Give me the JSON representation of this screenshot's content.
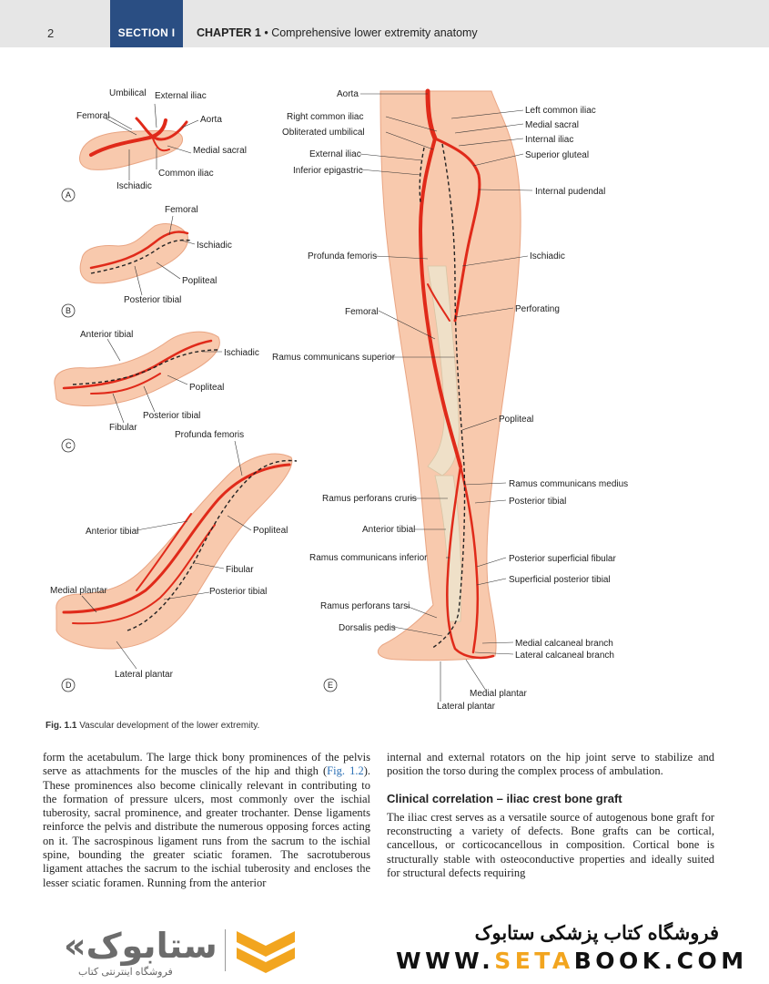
{
  "header": {
    "page_number": "2",
    "section": "SECTION I",
    "chapter": "CHAPTER 1",
    "bullet": "•",
    "chapter_title": "Comprehensive lower extremity anatomy"
  },
  "figure": {
    "panelA": {
      "badge": "A",
      "labels": [
        "Umbilical",
        "External iliac",
        "Femoral",
        "Aorta",
        "Medial sacral",
        "Common iliac",
        "Ischiadic"
      ]
    },
    "panelB": {
      "badge": "B",
      "labels": [
        "Femoral",
        "Ischiadic",
        "Popliteal",
        "Posterior tibial"
      ]
    },
    "panelC": {
      "badge": "C",
      "labels": [
        "Anterior tibial",
        "Ischiadic",
        "Popliteal",
        "Posterior tibial",
        "Fibular"
      ]
    },
    "panelD": {
      "badge": "D",
      "labels": [
        "Profunda femoris",
        "Anterior tibial",
        "Popliteal",
        "Fibular",
        "Medial plantar",
        "Posterior tibial",
        "Lateral plantar"
      ]
    },
    "panelE": {
      "badge": "E",
      "left_labels": [
        "Aorta",
        "Right common iliac",
        "Obliterated umbilical",
        "External iliac",
        "Inferior epigastric",
        "Profunda femoris",
        "Femoral",
        "Ramus communicans superior",
        "Ramus perforans cruris",
        "Anterior tibial",
        "Ramus communicans inferior",
        "Ramus perforans tarsi",
        "Dorsalis pedis"
      ],
      "right_labels": [
        "Left common iliac",
        "Medial sacral",
        "Internal iliac",
        "Superior gluteal",
        "Internal pudendal",
        "Ischiadic",
        "Perforating",
        "Popliteal",
        "Ramus communicans medius",
        "Posterior tibial",
        "Posterior superficial fibular",
        "Superficial posterior tibial",
        "Medial calcaneal branch",
        "Lateral calcaneal branch"
      ],
      "bottom_labels": [
        "Medial plantar",
        "Lateral plantar"
      ]
    },
    "caption_label": "Fig. 1.1",
    "caption_text": "Vascular development of the lower extremity."
  },
  "body": {
    "left_col_before": "form the acetabulum. The large thick bony prominences of the pelvis serve as attachments for the muscles of the hip and thigh (",
    "left_col_link": "Fig. 1.2",
    "left_col_after": "). These prominences also become clinically relevant in contributing to the formation of pressure ulcers, most commonly over the ischial tuberosity, sacral prominence, and greater trochanter. Dense ligaments reinforce the pelvis and distribute the numerous opposing forces acting on it. The sacrospinous ligament runs from the sacrum to the ischial spine, bounding the greater sciatic foramen. The sacrotuberous ligament attaches the sacrum to the ischial tuberosity and encloses the lesser sciatic foramen. Running from the anterior",
    "right_col_para1": "internal and external rotators on the hip joint serve to stabilize and position the torso during the complex process of ambulation.",
    "clinical_heading": "Clinical correlation – iliac crest bone graft",
    "right_col_para2": "The iliac crest serves as a versatile source of autogenous bone graft for reconstructing a variety of defects. Bone grafts can be cortical, cancellous, or corticocancellous in composition. Cortical bone is structurally stable with osteoconductive properties and ideally suited for structural defects requiring"
  },
  "footer": {
    "store_name_fa": "فروشگاه کتاب پزشکی ستابوک",
    "url_prefix": "WWW.",
    "url_highlight": "SETA",
    "url_suffix": "BOOK.COM",
    "logo_text": "«ستابوک",
    "logo_subtitle": "فروشگاه اینترنتی کتاب"
  }
}
